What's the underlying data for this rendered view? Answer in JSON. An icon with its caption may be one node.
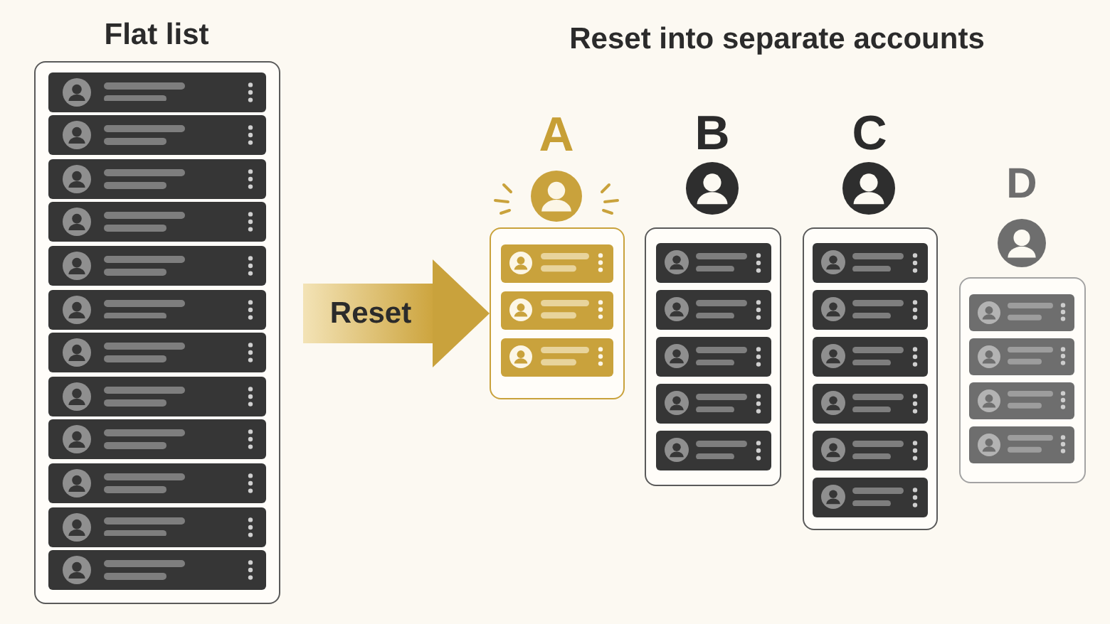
{
  "diagram": {
    "nodes": [
      {
        "text": [
          "Flat list"
        ]
      },
      {
        "text": [
          "A"
        ]
      },
      {
        "text": [
          "B"
        ]
      },
      {
        "text": [
          "C"
        ]
      },
      {
        "text": [
          "D"
        ]
      }
    ],
    "edges": [
      {
        "from": 0,
        "to": 1,
        "arrow": "to",
        "label": "Reset",
        "style": "thick"
      }
    ],
    "labels": [
      "Reset into separate accounts"
    ]
  }
}
